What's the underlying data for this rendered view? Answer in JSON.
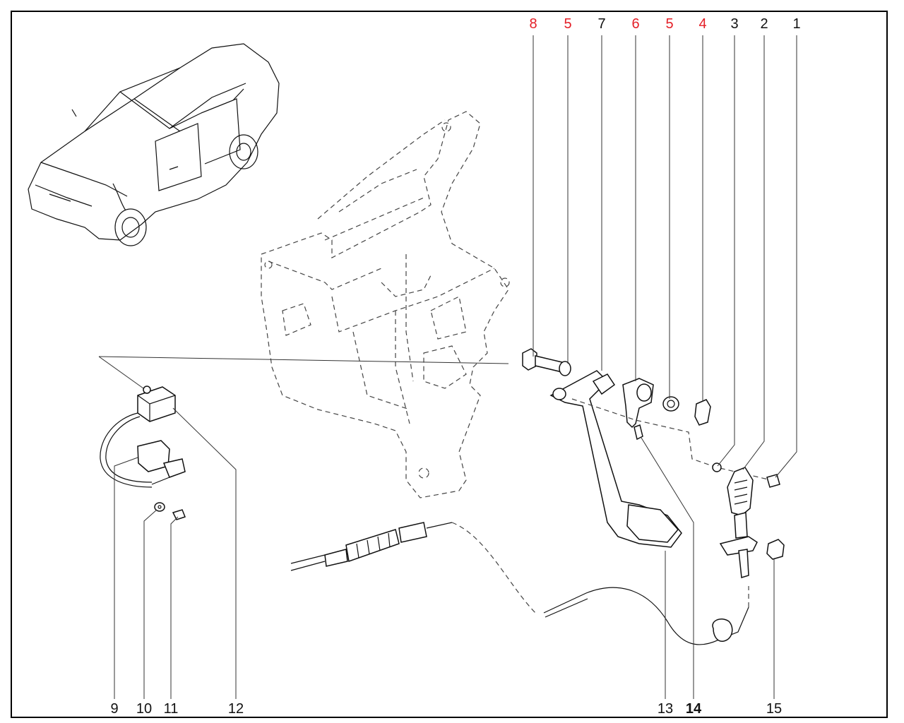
{
  "diagram": {
    "callouts_top": [
      {
        "id": "8",
        "color": "red"
      },
      {
        "id": "5",
        "color": "red"
      },
      {
        "id": "7",
        "color": "black"
      },
      {
        "id": "6",
        "color": "red"
      },
      {
        "id": "5",
        "color": "red"
      },
      {
        "id": "4",
        "color": "red"
      },
      {
        "id": "3",
        "color": "black"
      },
      {
        "id": "2",
        "color": "black"
      },
      {
        "id": "1",
        "color": "black"
      }
    ],
    "callouts_bottom": [
      {
        "id": "9",
        "bold": false
      },
      {
        "id": "10",
        "bold": false
      },
      {
        "id": "11",
        "bold": false
      },
      {
        "id": "12",
        "bold": false
      },
      {
        "id": "13",
        "bold": false
      },
      {
        "id": "14",
        "bold": true
      },
      {
        "id": "15",
        "bold": false
      }
    ],
    "colors": {
      "highlight": "#e41e26",
      "ink": "#111111",
      "border": "#000000"
    }
  }
}
